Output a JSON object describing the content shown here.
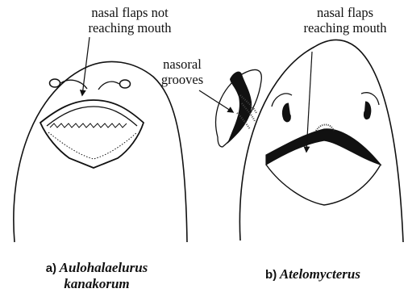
{
  "labels": {
    "left_annotation_line1": "nasal flaps not",
    "left_annotation_line2": "reaching mouth",
    "right_annotation_line1": "nasal flaps",
    "right_annotation_line2": "reaching mouth",
    "inset_annotation_line1": "nasoral",
    "inset_annotation_line2": "grooves"
  },
  "captions": {
    "a": {
      "letter": "a)",
      "name_line1": "Aulohalaelurus",
      "name_line2": "kanakorum"
    },
    "b": {
      "letter": "b)",
      "name": "Atelomycterus"
    }
  }
}
